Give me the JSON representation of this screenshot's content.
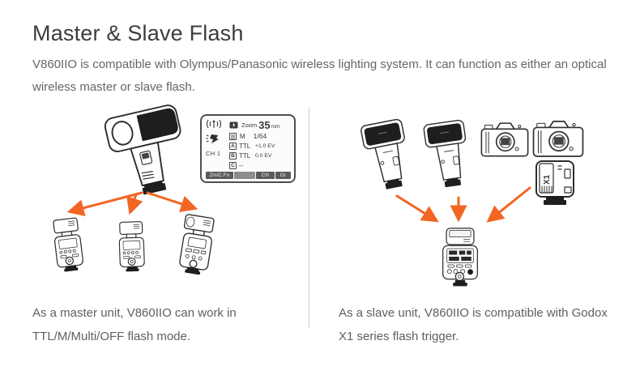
{
  "page": {
    "title": "Master & Slave Flash",
    "intro": "V860IIO is compatible with Olympus/Panasonic wireless lighting system. It can function as either an optical wireless master or slave flash."
  },
  "colors": {
    "arrow": "#F26522",
    "line_art": "#2E2E2E",
    "divider": "#CCCCCC",
    "title_text": "#3C3C3C",
    "body_text": "#666666",
    "lcd_softkey_bg": "#595A5C"
  },
  "master_section": {
    "caption": "As a master unit, V860IIO can work in TTL/M/Multi/OFF flash mode.",
    "lcd": {
      "signal_icon": "wireless-signal",
      "master_icon": "optical-master-transmission",
      "channel": "CH 1",
      "zoom_label": "Zoom",
      "zoom_value": "35",
      "zoom_unit": "mm",
      "mode_label": "M",
      "mode_value": "1/64",
      "groups": [
        {
          "id": "A",
          "mode": "TTL",
          "value": "+1.0 EV"
        },
        {
          "id": "B",
          "mode": "TTL",
          "value": "0.0 EV"
        },
        {
          "id": "C",
          "mode": "--",
          "value": ""
        }
      ],
      "softkeys": [
        "Zm/C.Fn",
        "",
        "CH",
        "Gr"
      ]
    }
  },
  "slave_section": {
    "caption": "As a slave unit, V860IIO is compatible with Godox X1 series flash trigger.",
    "trigger_label": "X1"
  }
}
